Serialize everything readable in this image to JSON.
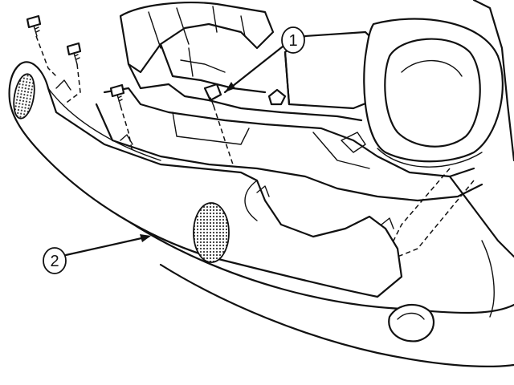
{
  "callouts": [
    {
      "id": "1",
      "label": "1"
    },
    {
      "id": "2",
      "label": "2"
    }
  ],
  "colors": {
    "ink": "#111111",
    "background": "#ffffff",
    "mesh": "#333333"
  }
}
